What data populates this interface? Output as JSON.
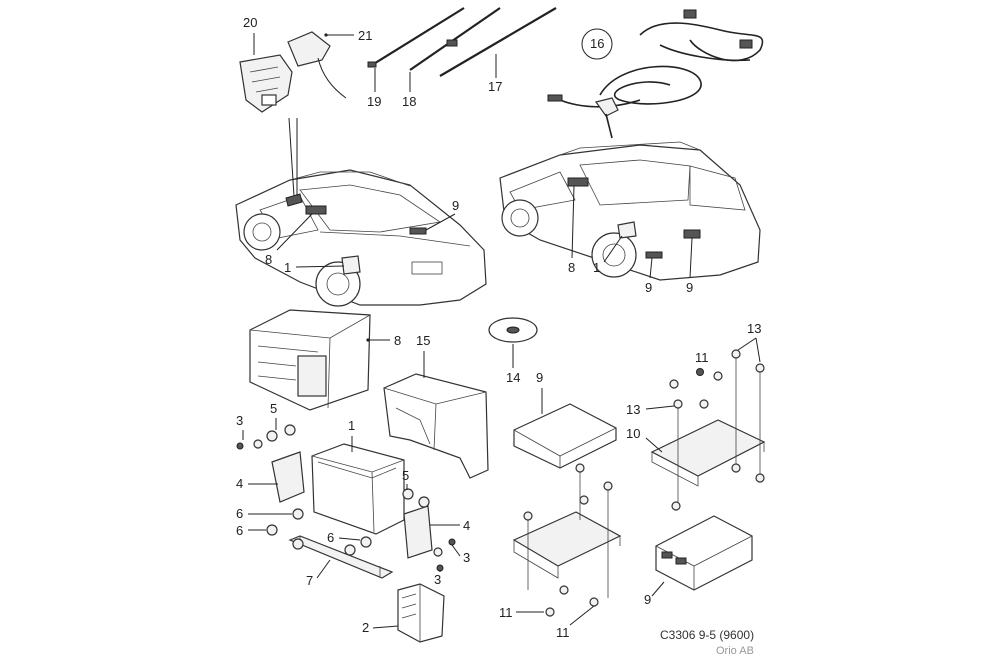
{
  "labels": {
    "n1": "1",
    "n2": "2",
    "n3": "3",
    "n4": "4",
    "n5": "5",
    "n6": "6",
    "n7": "7",
    "n8": "8",
    "n9": "9",
    "n10": "10",
    "n11": "11",
    "n13": "13",
    "n14": "14",
    "n15": "15",
    "n16": "16",
    "n17": "17",
    "n18": "18",
    "n19": "19",
    "n20": "20",
    "n21": "21"
  },
  "footer": {
    "code": "C3306 9-5 (9600)",
    "author": "Orio AB"
  }
}
